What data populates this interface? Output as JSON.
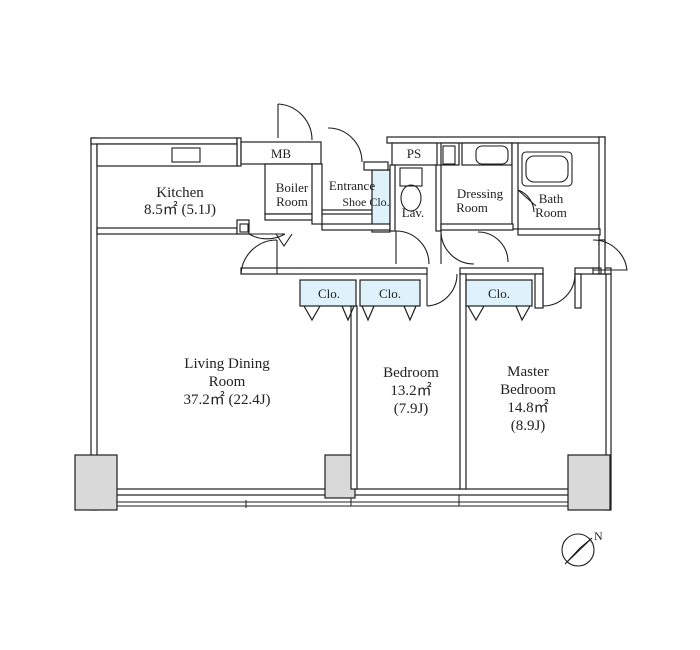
{
  "rooms": {
    "kitchen": {
      "name": "Kitchen",
      "area": "8.5㎡ (5.1J)"
    },
    "mb": "MB",
    "boiler": {
      "line1": "Boiler",
      "line2": "Room"
    },
    "entrance": "Entrance",
    "shoe_closet": "Shoe Clo.",
    "ps": "PS",
    "lavatory": "Lav.",
    "dressing": {
      "line1": "Dressing",
      "line2": "Room"
    },
    "bath": {
      "line1": "Bath",
      "line2": "Room"
    },
    "closets": [
      "Clo.",
      "Clo.",
      "Clo."
    ],
    "living": {
      "line1": "Living Dining",
      "line2": "Room",
      "area": "37.2㎡ (22.4J)"
    },
    "bedroom": {
      "name": "Bedroom",
      "area": "13.2㎡",
      "tatami": "(7.9J)"
    },
    "master": {
      "line1": "Master",
      "line2": "Bedroom",
      "area": "14.8㎡",
      "tatami": "(8.9J)"
    }
  },
  "compass": {
    "label": "N"
  },
  "colors": {
    "wall": "#1e1e1e",
    "wall_fill": "#ffffff",
    "column": "#d9d9d9",
    "closet": "#dff1fa"
  }
}
